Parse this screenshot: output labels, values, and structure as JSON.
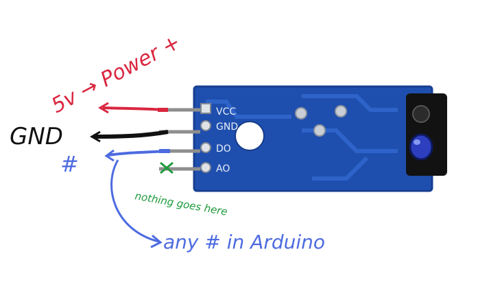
{
  "board": {
    "pcb_color": "#1f4fae",
    "pin_labels": [
      "VCC",
      "GND",
      "DO",
      "AO"
    ]
  },
  "annotations": {
    "power_label": "5v → Power +",
    "gnd_label": "GND",
    "hash_label": "#",
    "nothing_label": "nothing goes here",
    "arduino_label": "any # in Arduino"
  },
  "colors": {
    "power_wire": "#d9263f",
    "gnd_wire": "#111111",
    "do_wire": "#4d6be0",
    "annot_red": "#d9263f",
    "annot_green": "#1e9a3c",
    "annot_blue": "#4d6be0"
  }
}
